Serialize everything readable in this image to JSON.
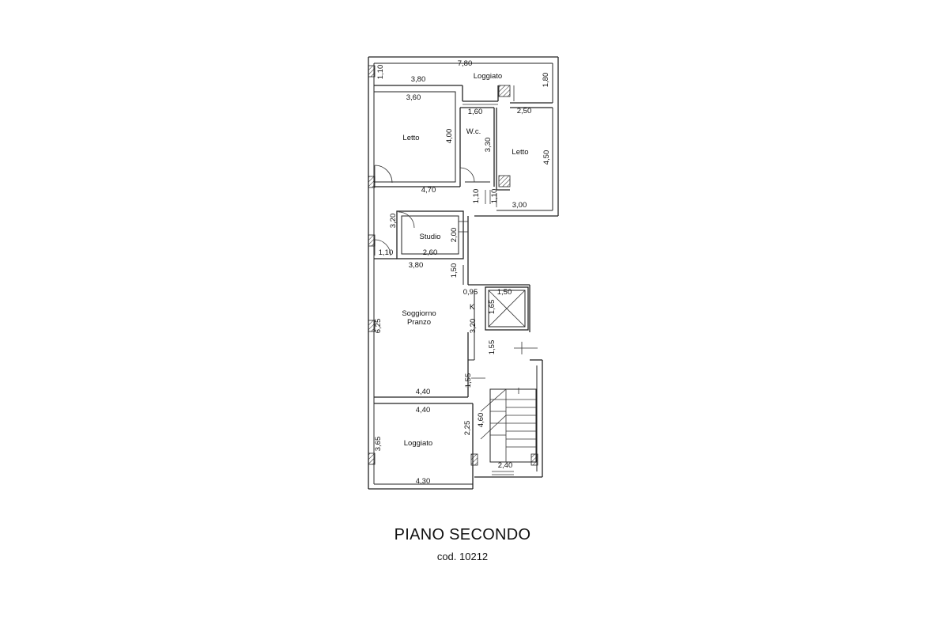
{
  "title": "PIANO SECONDO",
  "code": "cod. 10212",
  "rooms": {
    "loggiato_top": "Loggiato",
    "letto_left": "Letto",
    "wc": "W.c.",
    "letto_right": "Letto",
    "studio": "Studio",
    "soggiorno_line1": "Soggiorno",
    "soggiorno_line2": "Pranzo",
    "kitchen": "K",
    "loggiato_bottom": "Loggiato"
  },
  "dimensions": {
    "d_7_80": "7,80",
    "d_1_10_top": "1,10",
    "d_1_80": "1,80",
    "d_3_80_top": "3,80",
    "d_3_60": "3,60",
    "d_1_60": "1,60",
    "d_2_50": "2,50",
    "d_4_00": "4,00",
    "d_3_30": "3,30",
    "d_4_50": "4,50",
    "d_4_70": "4,70",
    "d_1_10_a": "1,10",
    "d_1_10_b": "1,10",
    "d_3_00": "3,00",
    "d_3_20_studio": "3,20",
    "d_2_00": "2,00",
    "d_1_10_studio": "1,10",
    "d_2_60": "2,60",
    "d_3_80_mid": "3,80",
    "d_1_50_left": "1,50",
    "d_0_95": "0,95",
    "d_1_50_right": "1,50",
    "d_1_65": "1,65",
    "d_6_25": "6,25",
    "d_3_20_k": "3,20",
    "d_1_55_a": "1,55",
    "d_1_55_b": "1,55",
    "d_4_40_a": "4,40",
    "d_4_40_b": "4,40",
    "d_2_25": "2,25",
    "d_4_60": "4,60",
    "d_3_65": "3,65",
    "d_2_40": "2,40",
    "d_4_30": "4,30"
  }
}
